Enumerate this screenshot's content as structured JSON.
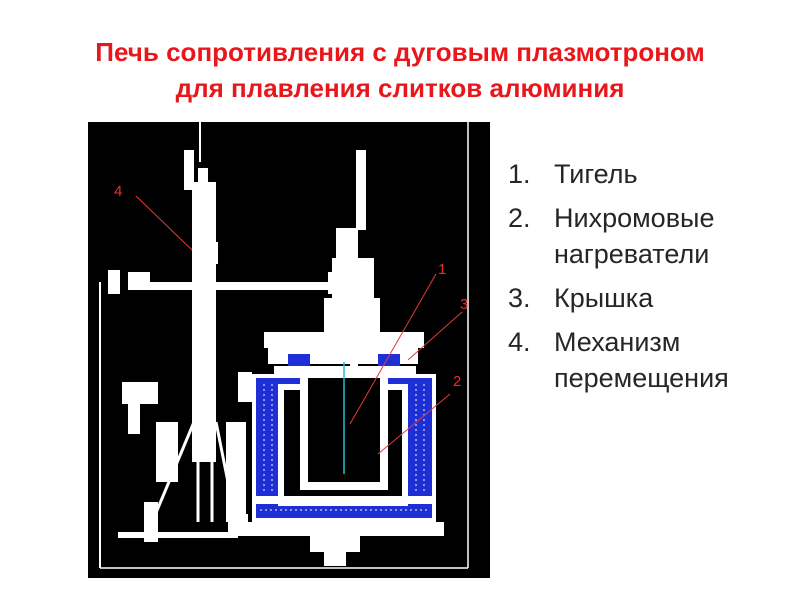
{
  "title": {
    "line1": "Печь сопротивления с дуговым плазмотроном",
    "line2": "для плавления слитков алюминия"
  },
  "diagram": {
    "callouts": [
      "4",
      "1",
      "3",
      "2"
    ],
    "colors": {
      "background": "#000000",
      "structure": "#ffffff",
      "heaters": "#1f2fd6",
      "leaders": "#e23b3b",
      "axis": "#20c0c8"
    }
  },
  "legend": {
    "items": [
      {
        "num": "1.",
        "text": "Тигель"
      },
      {
        "num": "2.",
        "text": "Нихромовые нагреватели"
      },
      {
        "num": "3.",
        "text": "Крышка"
      },
      {
        "num": "4.",
        "text": "Механизм перемещения"
      }
    ]
  }
}
